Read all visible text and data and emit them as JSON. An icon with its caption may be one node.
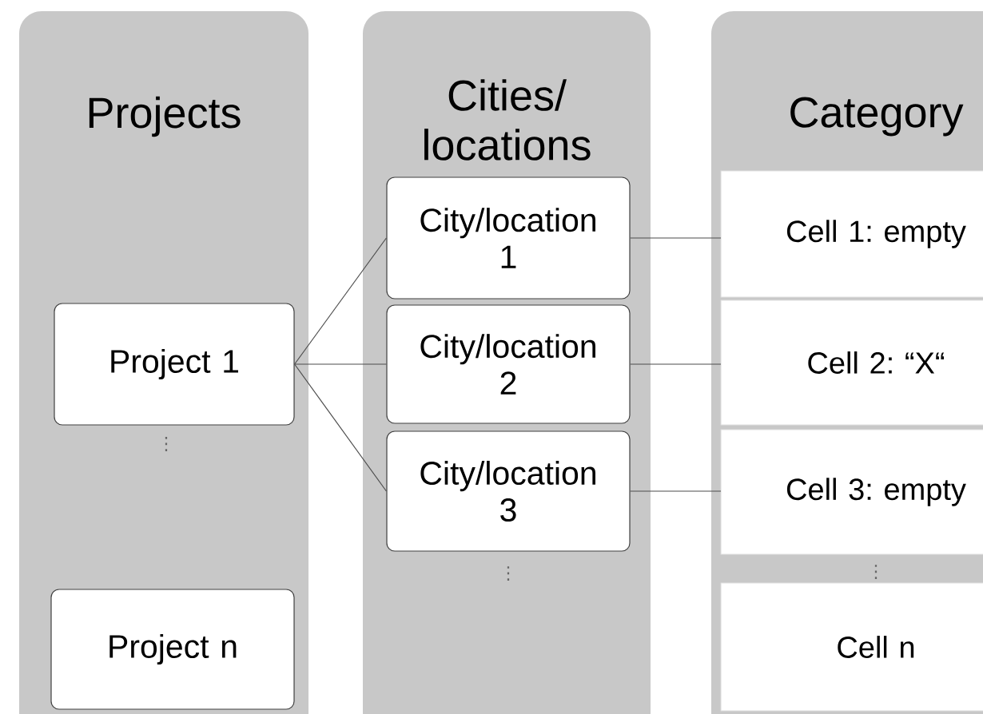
{
  "diagram": {
    "nodes": [
      {
        "text": [
          "Projects"
        ]
      },
      {
        "text": [
          "Project 1"
        ],
        "in": 0
      },
      {
        "text": [
          "Project n"
        ],
        "in": 0
      },
      {
        "text": [
          "Cities/ locations"
        ]
      },
      {
        "text": [
          "City/location 1"
        ],
        "in": 3
      },
      {
        "text": [
          "City/location 2"
        ],
        "in": 3
      },
      {
        "text": [
          "City/location 3"
        ],
        "in": 3
      },
      {
        "text": [
          "Category"
        ]
      },
      {
        "text": [
          "Cell 1: empty"
        ],
        "in": 7
      },
      {
        "text": [
          "Cell 2: “X“"
        ],
        "in": 7
      },
      {
        "text": [
          "Cell 3: empty"
        ],
        "in": 7
      },
      {
        "text": [
          "Cell n"
        ],
        "in": 7
      }
    ],
    "edges": [
      {
        "from": 1,
        "to": 4,
        "arrow": "none"
      },
      {
        "from": 1,
        "to": 5,
        "arrow": "none"
      },
      {
        "from": 1,
        "to": 6,
        "arrow": "none"
      },
      {
        "from": 4,
        "to": 8,
        "arrow": "none"
      },
      {
        "from": 5,
        "to": 9,
        "arrow": "none"
      },
      {
        "from": 6,
        "to": 10,
        "arrow": "none"
      }
    ],
    "labels": [
      "⋮",
      "⋮",
      "⋮"
    ]
  }
}
